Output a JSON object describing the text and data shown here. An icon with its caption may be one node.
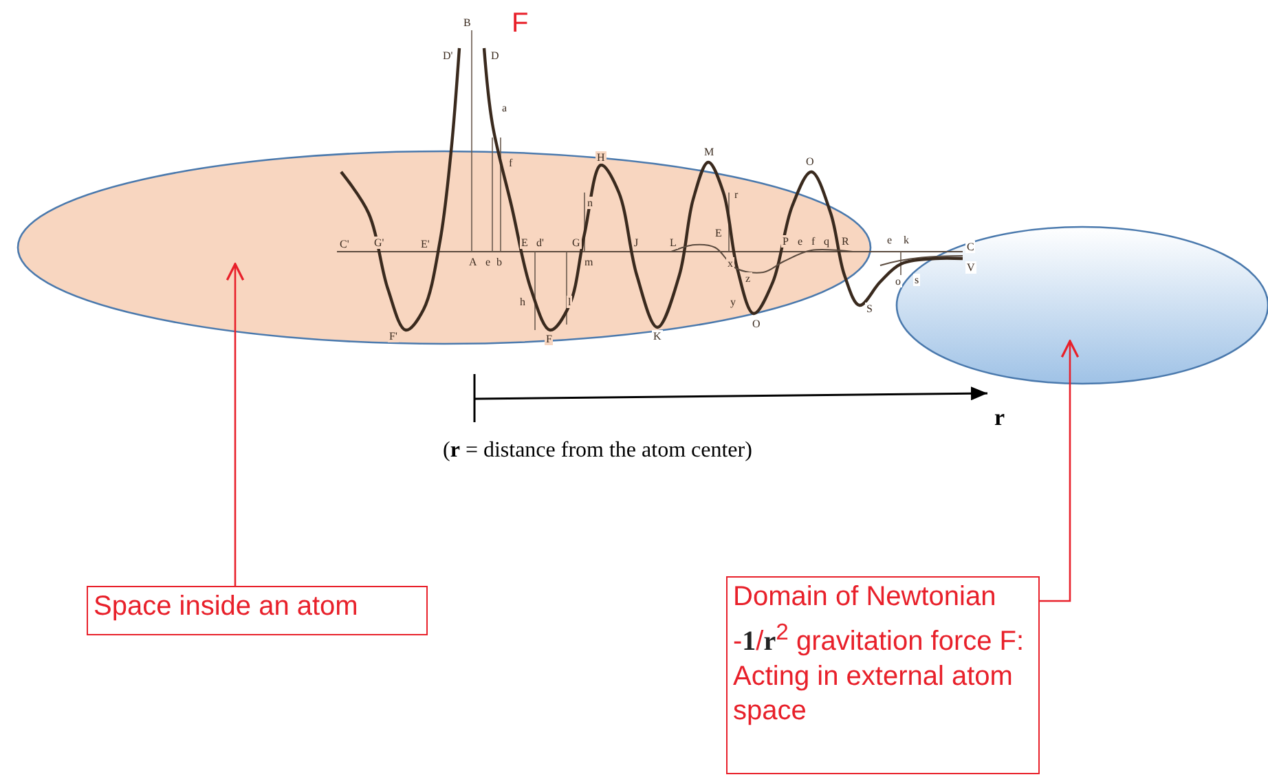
{
  "diagram": {
    "nodes": [
      {
        "text": [],
        "shape": "ellipse"
      },
      {
        "text": [],
        "shape": "ellipse"
      },
      {
        "text": [
          "Space inside an atom"
        ]
      },
      {
        "text": [
          "Domain of Newtonian -**1**/**r**$^{2}$ gravitation force F: Acting in external atom space"
        ]
      }
    ],
    "edges": [
      {
        "from": 2,
        "to": 0,
        "arrow": "to"
      },
      {
        "from": 3,
        "to": 1,
        "arrow": "to"
      }
    ],
    "labels": [
      "F",
      "D'",
      "B",
      "D",
      "a",
      "f",
      "C'",
      "G'",
      "E'",
      "F'",
      "A",
      "e",
      "b",
      "E",
      "d'",
      "G",
      "n",
      "H",
      "m",
      "h",
      "F",
      "l",
      "J",
      "K",
      "L",
      "M",
      "r",
      "E",
      "x",
      "z",
      "y",
      "O",
      "P",
      "e",
      "f",
      "q",
      "R",
      "O",
      "S",
      "e",
      "k",
      "C",
      "V",
      "o",
      "s",
      "r",
      "(**r** = distance from the atom center)"
    ]
  }
}
